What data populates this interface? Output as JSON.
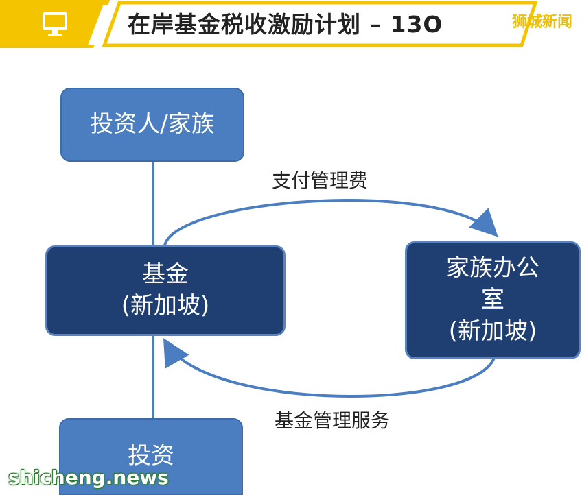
{
  "banner": {
    "title": "在岸基金税收激励计划 – 13O",
    "watermark": "狮城新闻",
    "icon": "monitor-icon",
    "colors": {
      "yellow": "#f5c400",
      "title": "#222222"
    }
  },
  "diagram": {
    "nodes": {
      "investor": "投资人/家族",
      "fund_line1": "基金",
      "fund_line2": "(新加坡)",
      "office_line1": "家族办公",
      "office_line2": "室",
      "office_line3": "(新加坡)",
      "investment": "投资"
    },
    "edges": {
      "fee": "支付管理费",
      "service": "基金管理服务"
    },
    "colors": {
      "light_box": "#4a7ec1",
      "dark_box": "#1f3f73",
      "line": "#4a7ec1"
    }
  },
  "watermark_bottom": "shicheng.news"
}
